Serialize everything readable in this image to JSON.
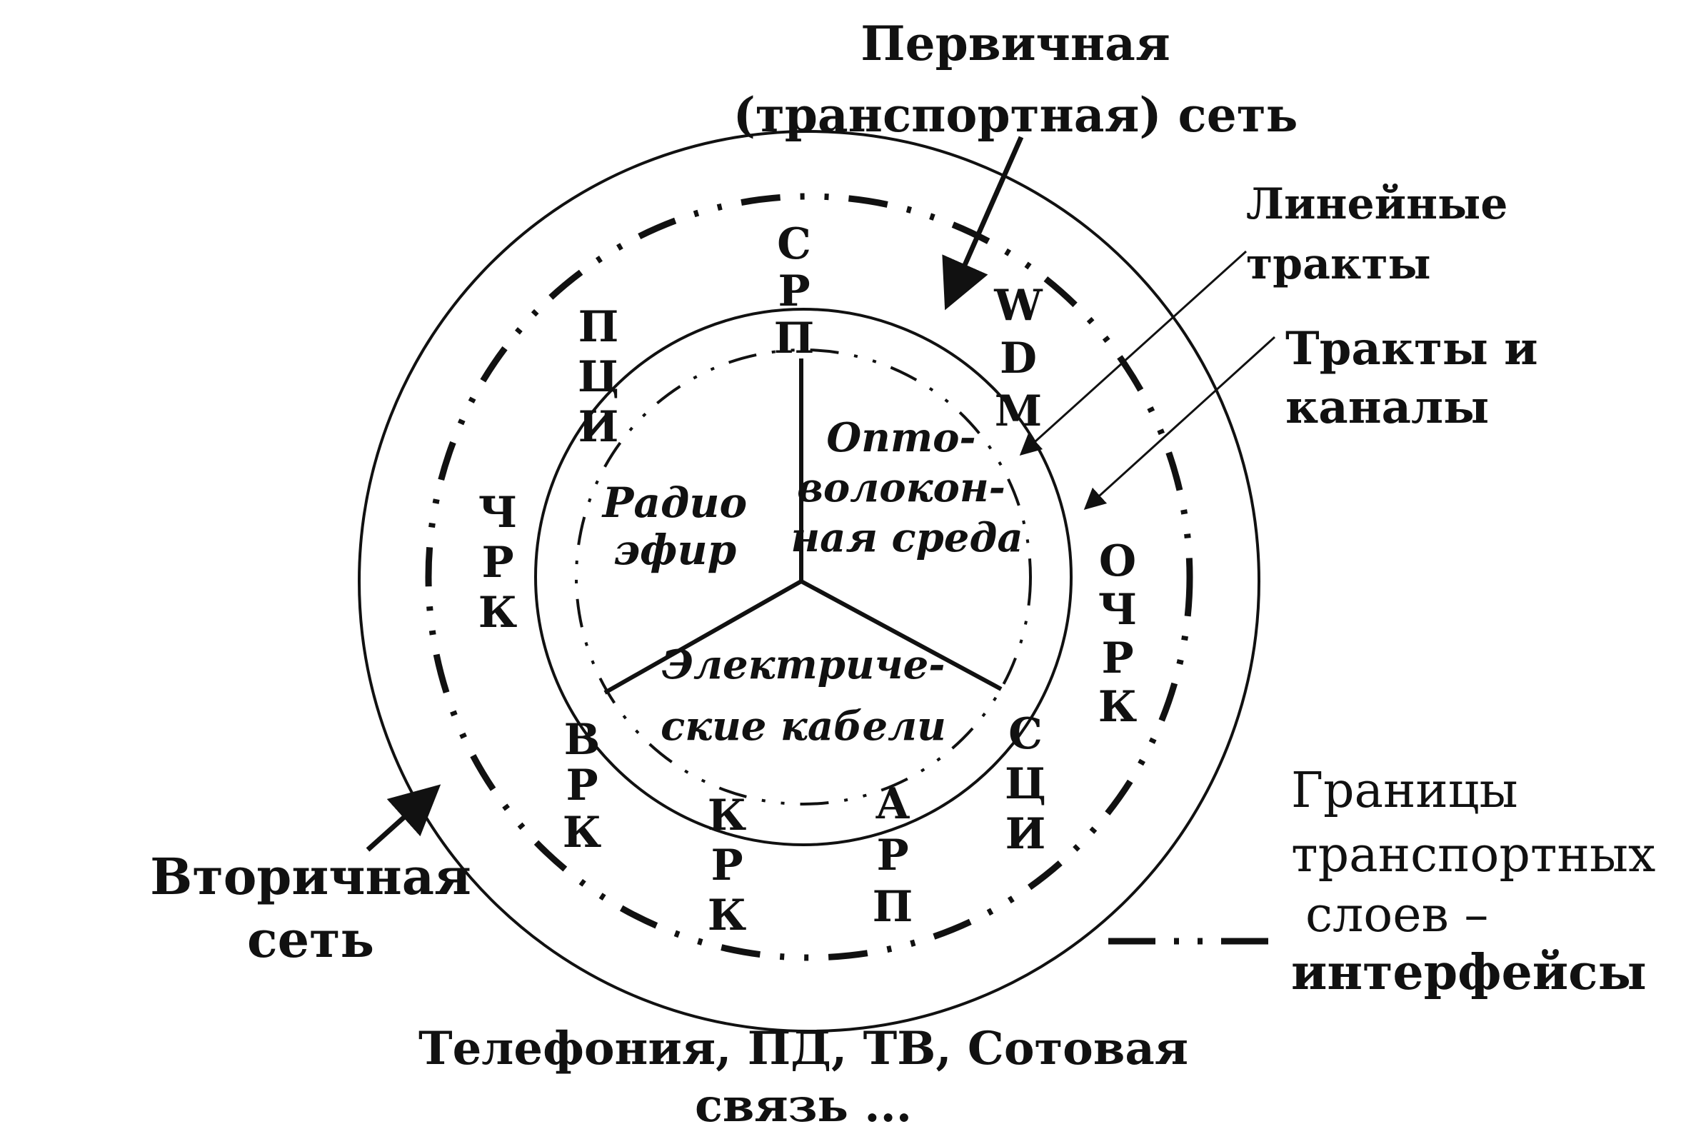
{
  "colors": {
    "ink": "#111111",
    "background": "#ffffff"
  },
  "labels": {
    "primary_line1": "Первичная",
    "primary_line2": "(транспортная) сеть",
    "linear_line1": "Линейные",
    "linear_line2": "тракты",
    "channels_line1": "Тракты и",
    "channels_line2": "каналы",
    "borders_line1": "Границы",
    "borders_line2": "транспортных",
    "borders_line3": "слоев –",
    "borders_line4": "интерфейсы",
    "secondary_line1": "Вторичная",
    "secondary_line2": "сеть",
    "services_line1": "Телефония, ПД, ТВ, Сотовая",
    "services_line2": "связь ..."
  },
  "media": {
    "radio_line1": "Радио",
    "radio_line2": "эфир",
    "optic_line1": "Опто-",
    "optic_line2": "волокон-",
    "optic_line3": "ная среда",
    "electric_line1": "Электриче-",
    "electric_line2": "ские кабели"
  },
  "technologies": {
    "srp": [
      "С",
      "Р",
      "П"
    ],
    "wdm": [
      "W",
      "D",
      "M"
    ],
    "pci": [
      "П",
      "Ц",
      "И"
    ],
    "chrk": [
      "Ч",
      "Р",
      "К"
    ],
    "ochrk": [
      "О",
      "Ч",
      "Р",
      "К"
    ],
    "sci": [
      "С",
      "Ц",
      "И"
    ],
    "arp": [
      "А",
      "Р",
      "П"
    ],
    "krk": [
      "К",
      "Р",
      "К"
    ],
    "vrk": [
      "В",
      "Р",
      "К"
    ]
  }
}
